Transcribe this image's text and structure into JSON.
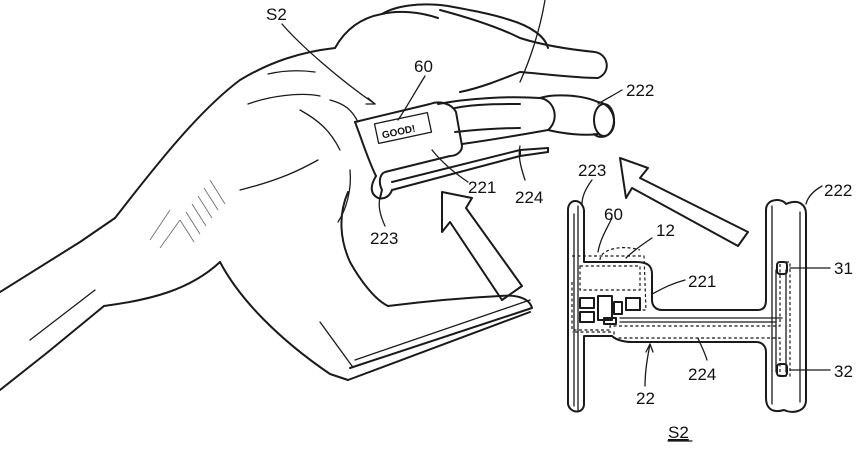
{
  "labels": {
    "s2_top": "S2",
    "n60_top": "60",
    "badge": "GOOD!",
    "n222_top": "222",
    "n221_top": "221",
    "n224_top": "224",
    "n223_top": "223",
    "n223_left": "223",
    "n60_device": "60",
    "n12": "12",
    "n222_device": "222",
    "n31": "31",
    "n221_device": "221",
    "n32": "32",
    "n224_device": "224",
    "n22": "22",
    "s2_caption": "S2"
  }
}
